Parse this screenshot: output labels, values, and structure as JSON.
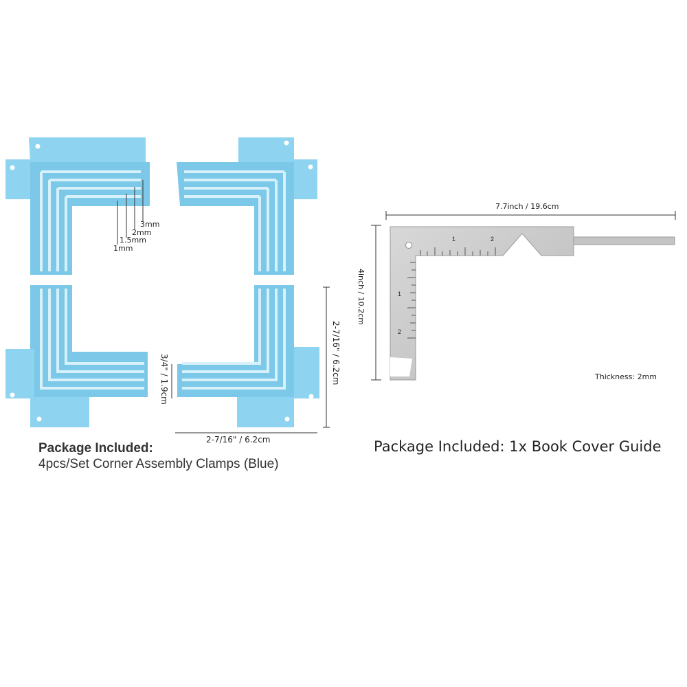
{
  "clamps": {
    "step_labels": [
      "3mm",
      "2mm",
      "1.5mm",
      "1mm"
    ],
    "dim_width": "2-7/16\" / 6.2cm",
    "dim_height": "2-7/16\" / 6.2cm",
    "dim_depth": "3/4\" / 1.9cm",
    "package_title": "Package Included:",
    "package_desc": "4pcs/Set Corner Assembly Clamps (Blue)",
    "color": "#8ed3ef"
  },
  "guide": {
    "dim_length": "7.7inch / 19.6cm",
    "dim_height": "4inch / 10.2cm",
    "thickness": "Thickness: 2mm",
    "ruler_top_ticks": [
      "1",
      "2"
    ],
    "ruler_side_ticks": [
      "1",
      "2"
    ],
    "package": "Package Included: 1x Book Cover Guide",
    "color": "#c9c9c9"
  }
}
